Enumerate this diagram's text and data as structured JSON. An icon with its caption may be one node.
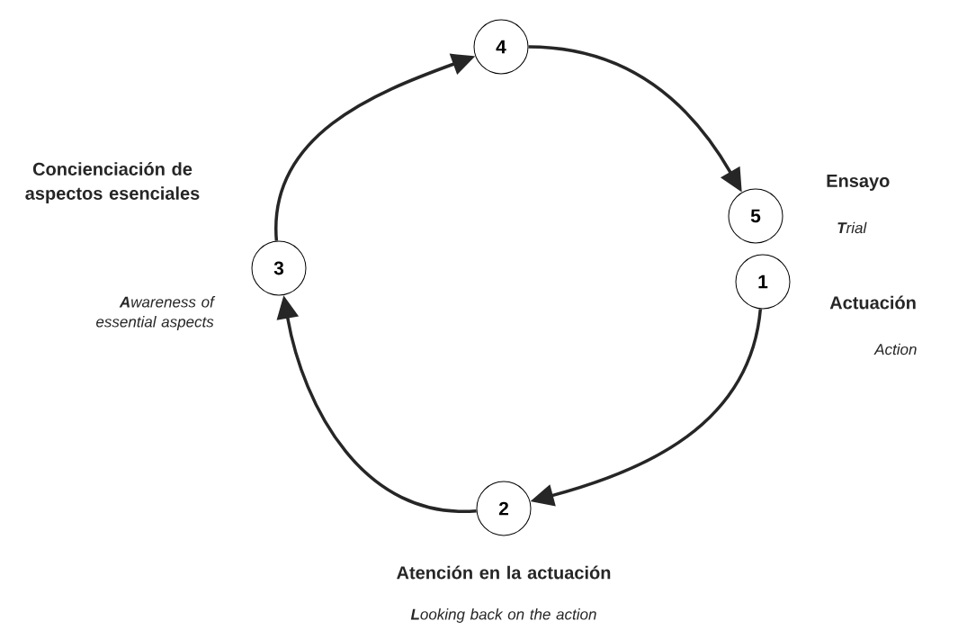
{
  "diagram": {
    "nodes": [
      {
        "text": [
          "4"
        ]
      },
      {
        "text": [
          "5"
        ],
        "beside": [
          "Ensayo",
          "**T**rial"
        ]
      },
      {
        "text": [
          "3"
        ],
        "beside": [
          "Concienciación de aspectos esenciales",
          "**A**wareness of essential aspects"
        ]
      },
      {
        "text": [
          "1"
        ],
        "beside": [
          "Actuación",
          "Action"
        ]
      },
      {
        "text": [
          "2"
        ],
        "beside": [
          "Atención en la actuación",
          "**L**ooking back on the action"
        ]
      }
    ],
    "edges": [
      {
        "from": 3,
        "to": 4,
        "arrow": "to"
      },
      {
        "from": 4,
        "to": 2,
        "arrow": "to"
      },
      {
        "from": 2,
        "to": 0,
        "arrow": "to"
      },
      {
        "from": 0,
        "to": 1,
        "arrow": "to"
      }
    ]
  }
}
